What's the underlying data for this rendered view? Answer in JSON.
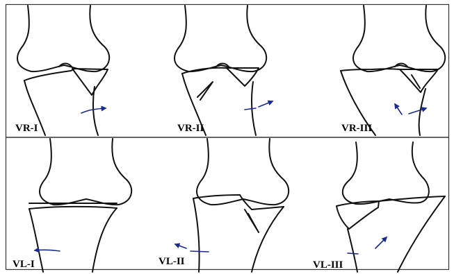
{
  "figure": {
    "panels": [
      {
        "id": "vr-1",
        "label": "VR-I"
      },
      {
        "id": "vr-2",
        "label": "VR-II"
      },
      {
        "id": "vr-3",
        "label": "VR-III"
      },
      {
        "id": "vl-1",
        "label": "VL-I"
      },
      {
        "id": "vl-2",
        "label": "VL-II"
      },
      {
        "id": "vl-3",
        "label": "VL-III"
      }
    ]
  },
  "colors": {
    "line": "#111111",
    "arrow": "#1a2a8c",
    "frame": "#333333",
    "background": "#ffffff"
  }
}
